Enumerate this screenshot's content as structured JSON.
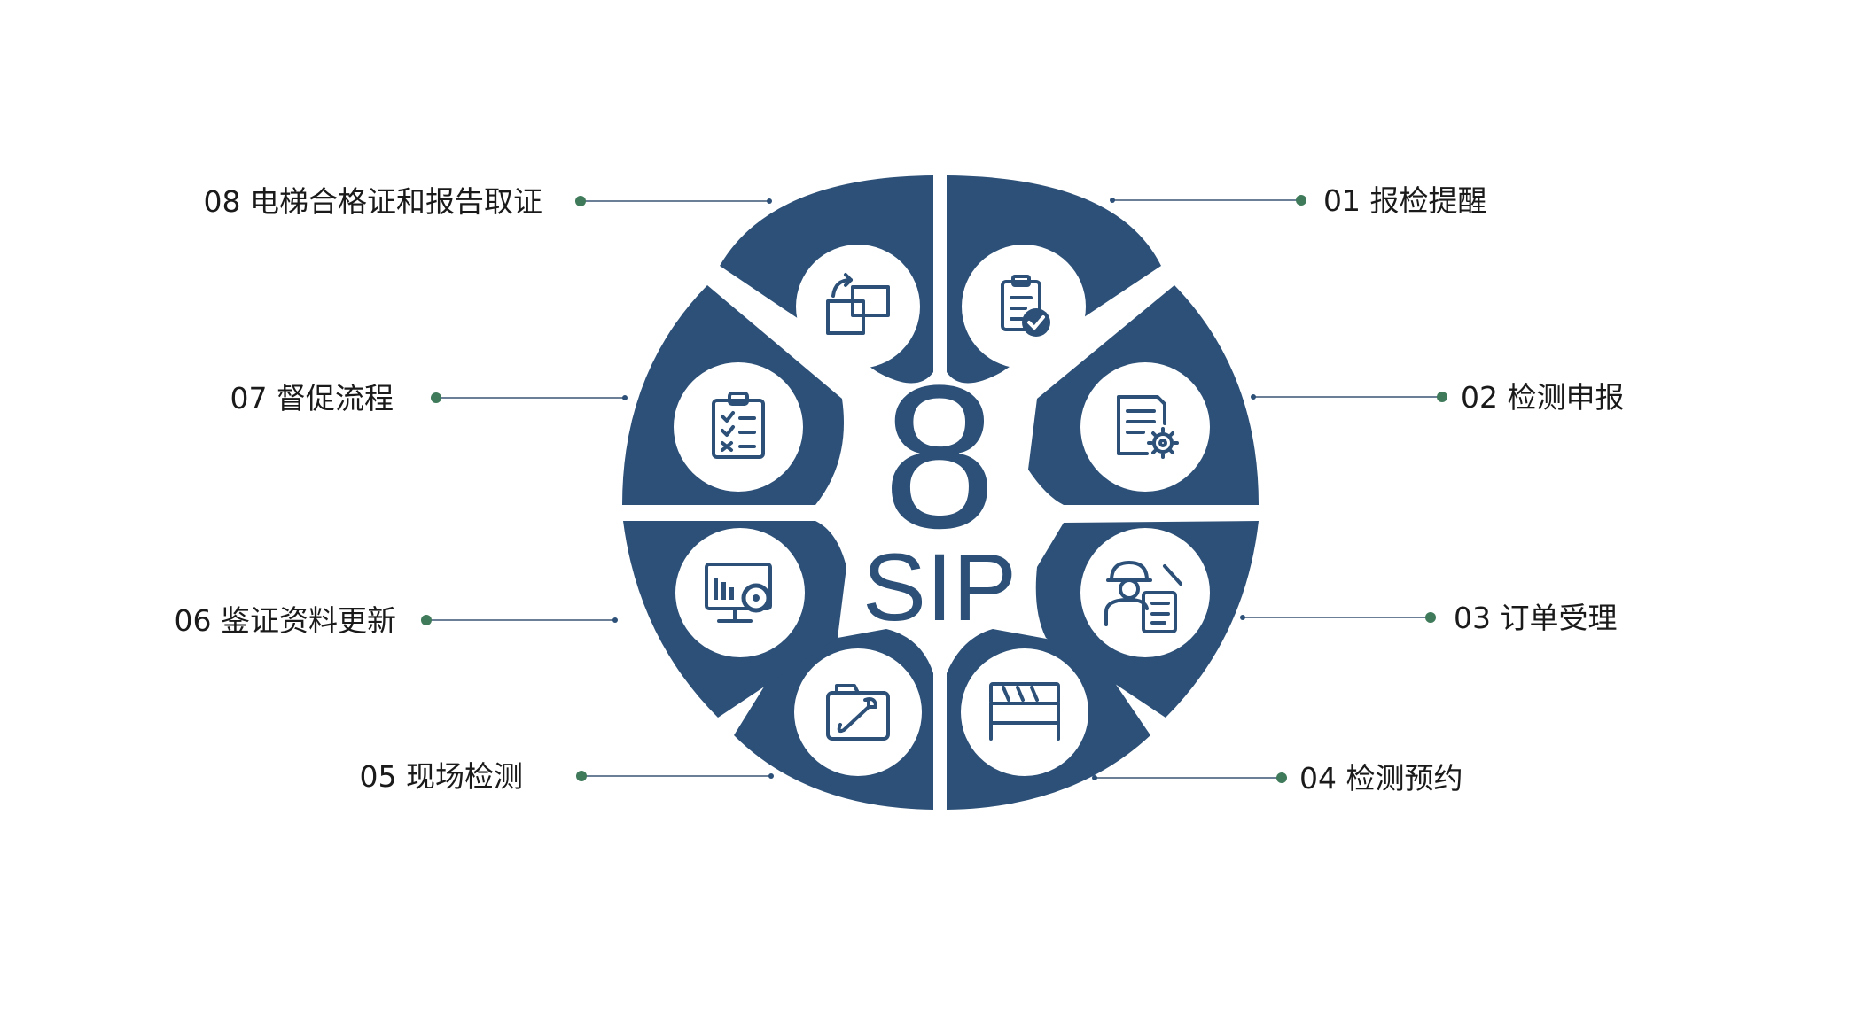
{
  "center": {
    "number": "8",
    "word": "SIP"
  },
  "colors": {
    "segment": "#2c5078",
    "connector": "#6b7f96",
    "dot": "#3f7a5a",
    "text": "#1a1a1a"
  },
  "steps": [
    {
      "label": "01 报检提醒",
      "icon": "checked-document-icon"
    },
    {
      "label": "02 检测申报",
      "icon": "document-gear-icon"
    },
    {
      "label": "03 订单受理",
      "icon": "worker-checklist-icon"
    },
    {
      "label": "04 检测预约",
      "icon": "awning-stall-icon"
    },
    {
      "label": "05 现场检测",
      "icon": "wrench-toolbox-icon"
    },
    {
      "label": "06 鉴证资料更新",
      "icon": "monitor-chart-gear-icon"
    },
    {
      "label": "07 督促流程",
      "icon": "clipboard-checklist-icon"
    },
    {
      "label": "08 电梯合格证和报告取证",
      "icon": "window-transfer-icon"
    }
  ]
}
